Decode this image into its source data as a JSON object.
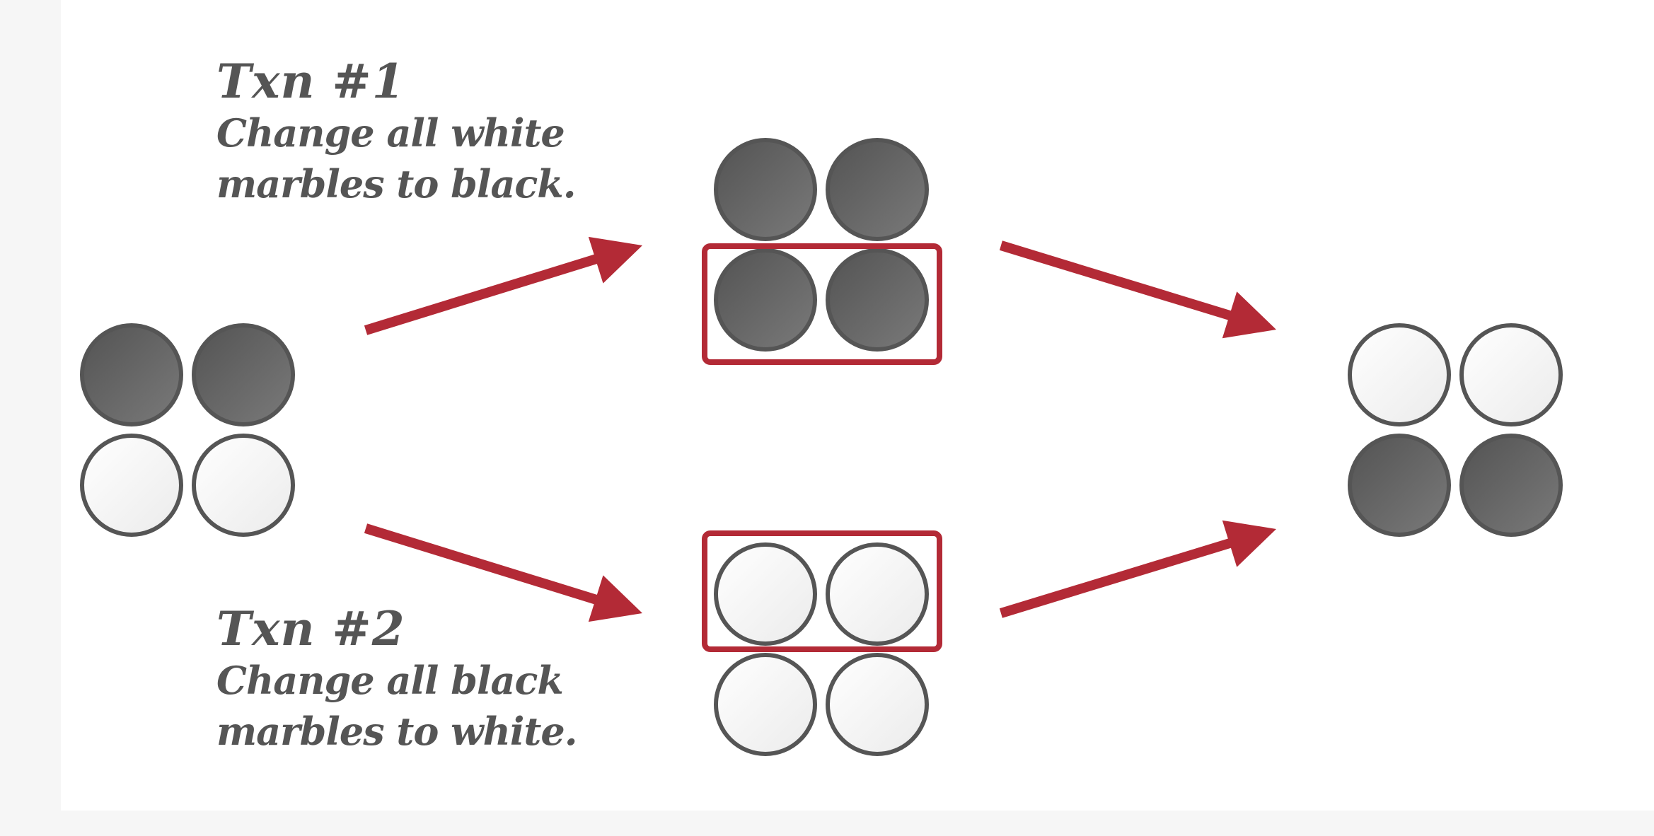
{
  "transactions": [
    {
      "title": "Txn #1",
      "description_line1": "Change all white",
      "description_line2": "marbles to black."
    },
    {
      "title": "Txn #2",
      "description_line1": "Change all black",
      "description_line2": "marbles to white."
    }
  ],
  "colors": {
    "dark_marble_light": "#7a7a7a",
    "dark_marble_dark": "#535353",
    "marble_stroke": "#555555",
    "white_marble_light": "#ffffff",
    "white_marble_dark": "#ebebeb",
    "accent": "#b32a36",
    "text": "#555555"
  },
  "marble_groups": {
    "initial": [
      "black",
      "black",
      "white",
      "white"
    ],
    "after_txn1": [
      "black",
      "black",
      "black",
      "black"
    ],
    "after_txn2": [
      "white",
      "white",
      "white",
      "white"
    ],
    "final": [
      "white",
      "white",
      "black",
      "black"
    ]
  }
}
